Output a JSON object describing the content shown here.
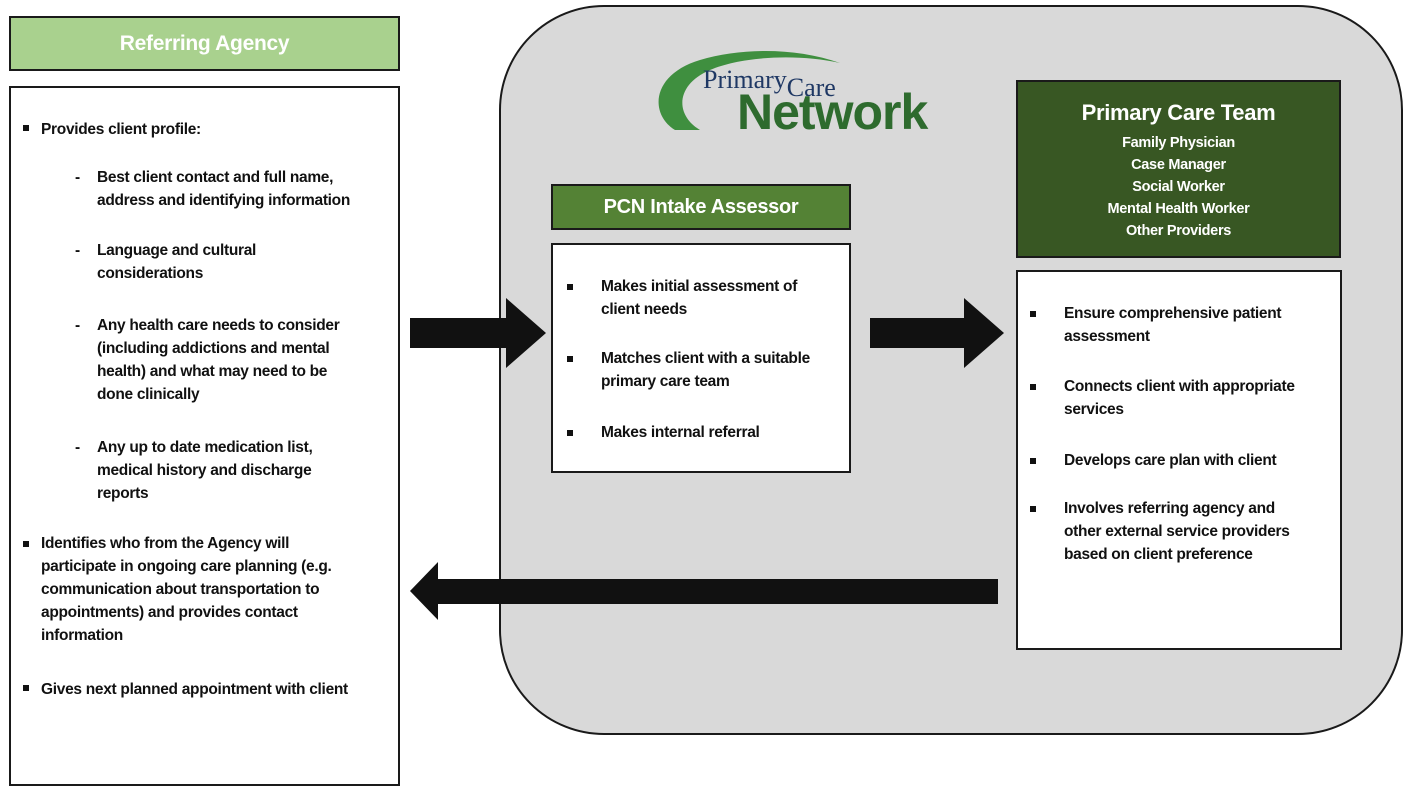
{
  "referring_agency": {
    "title": "Referring Agency",
    "bullet1": "Provides client profile:",
    "sub_items": [
      [
        "Best client contact and full name,",
        "address and identifying information"
      ],
      [
        "Language and cultural",
        "considerations"
      ],
      [
        "Any health care needs to consider",
        "(including addictions and mental",
        "health) and what may need to be",
        "done clinically"
      ],
      [
        "Any up to date medication list,",
        "medical history and discharge",
        "reports"
      ]
    ],
    "bullet2_lines": [
      "Identifies who from the Agency will",
      "participate in ongoing care planning (e.g.",
      "communication about transportation to",
      "appointments) and provides contact",
      "information"
    ],
    "bullet3": "Gives next planned appointment with client"
  },
  "logo": {
    "line1": "Primary",
    "line1b": "Care",
    "line2": "Network"
  },
  "pcn_intake": {
    "title": "PCN Intake Assessor",
    "items": [
      [
        "Makes initial assessment of",
        "client needs"
      ],
      [
        "Matches client with a suitable",
        "primary care team"
      ],
      [
        "Makes internal referral"
      ]
    ]
  },
  "primary_care_team": {
    "title": "Primary Care Team",
    "roles": [
      "Family Physician",
      "Case Manager",
      "Social Worker",
      "Mental Health Worker",
      "Other Providers"
    ],
    "items": [
      [
        "Ensure comprehensive patient",
        "assessment"
      ],
      [
        "Connects client with appropriate",
        "services"
      ],
      [
        "Develops care plan with client"
      ],
      [
        "Involves referring agency and",
        "other external service providers",
        "based on client preference"
      ]
    ]
  },
  "colors": {
    "light_green": "#a9d18e",
    "mid_green": "#548235",
    "dark_green": "#385723",
    "panel_gray": "#d9d9d9",
    "logo_green": "#3f8f3f"
  }
}
